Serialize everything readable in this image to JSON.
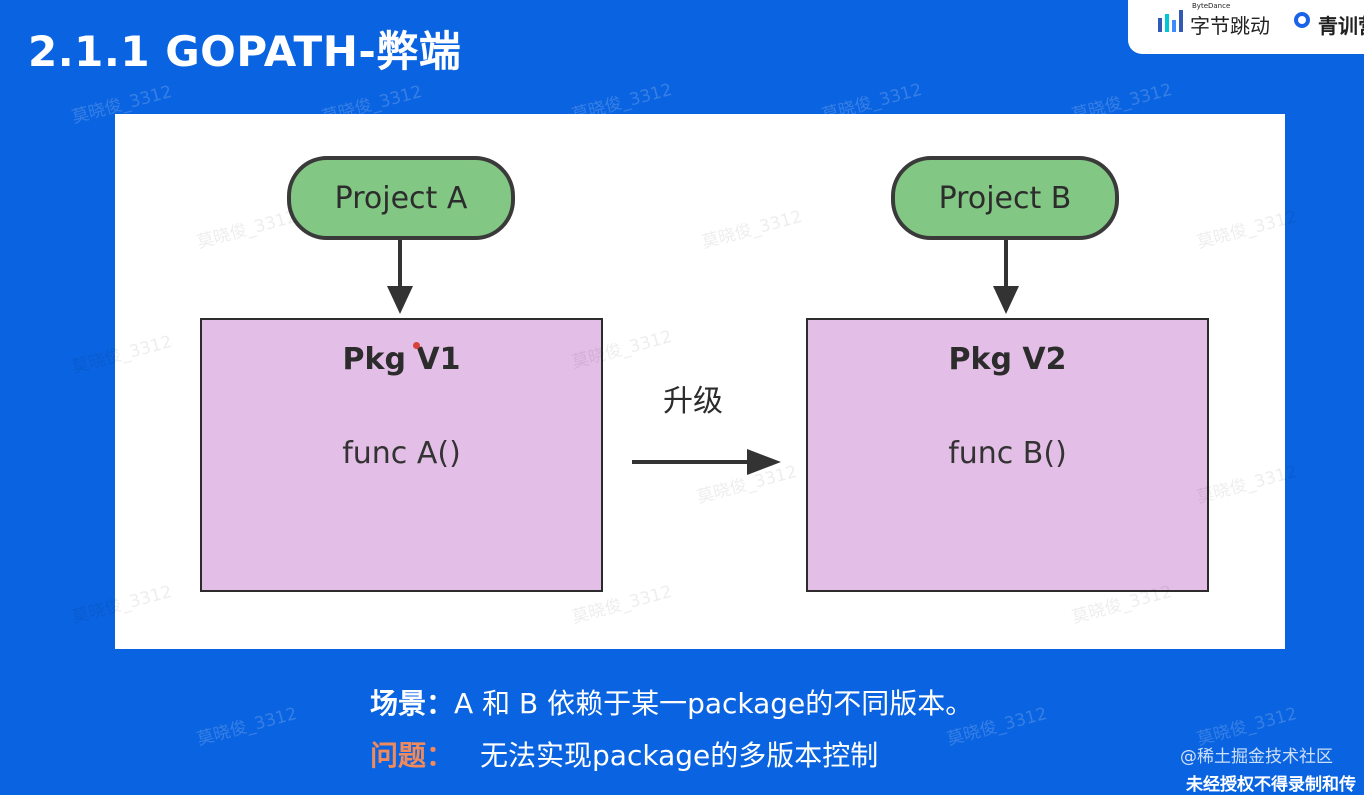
{
  "slide": {
    "title": "2.1.1 GOPATH-弊端"
  },
  "brand": {
    "bytedance_small": "ByteDance",
    "bytedance": "字节跳动",
    "camp": "青训营"
  },
  "diagram": {
    "project_a": "Project A",
    "project_b": "Project B",
    "pkg_v1_title": "Pkg V1",
    "pkg_v1_func": "func A()",
    "pkg_v2_title": "Pkg V2",
    "pkg_v2_func": "func B()",
    "upgrade_label": "升级"
  },
  "caption": {
    "scene_label": "场景：",
    "scene_text": "A 和 B 依赖于某一package的不同版本。",
    "problem_label": "问题：",
    "problem_text": "无法实现package的多版本控制"
  },
  "footer": {
    "juejin": "@稀土掘金技术社区",
    "notice": "未经授权不得录制和传"
  },
  "watermark": {
    "text": "莫晓俊_3312"
  },
  "colors": {
    "background": "#0a63e0",
    "pill_fill": "#83c784",
    "pkg_fill": "#e3bee6",
    "problem_label": "#f08a5d"
  }
}
